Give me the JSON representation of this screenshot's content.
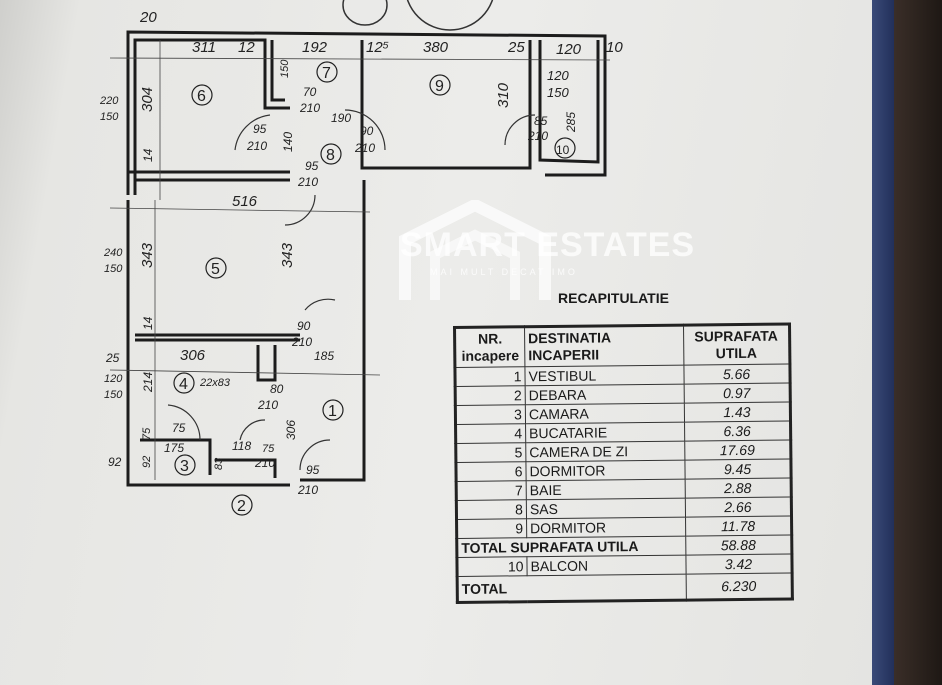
{
  "plan": {
    "rooms": [
      "1",
      "2",
      "3",
      "4",
      "5",
      "6",
      "7",
      "8",
      "9",
      "10"
    ],
    "dims": {
      "d20": "20",
      "d311": "311",
      "d12": "12",
      "d192": "192",
      "d125": "12⁵",
      "d380": "380",
      "d25a": "25",
      "d120a": "120",
      "d10": "10",
      "d304": "304",
      "d220": "220",
      "d150a": "150",
      "d150b": "150",
      "d70": "70",
      "d210a": "210",
      "d190": "190",
      "d120b": "120",
      "d150c": "150",
      "d310": "310",
      "d285": "285",
      "d85": "85",
      "d210b": "210",
      "d95a": "95",
      "d210c": "210",
      "d140": "140",
      "d90a": "90",
      "d210d": "210",
      "d14a": "14",
      "d95b": "95",
      "d210e": "210",
      "d516": "516",
      "d240": "240",
      "d150d": "150",
      "d343a": "343",
      "d343b": "343",
      "d14b": "14",
      "d90b": "90",
      "d210f": "210",
      "d185": "185",
      "d25b": "25",
      "d306a": "306",
      "d120c": "120",
      "d150e": "150",
      "d214": "214",
      "d22x83": "22x83",
      "d80": "80",
      "d210g": "210",
      "d306b": "306",
      "d75a": "75",
      "d75b": "75",
      "d175": "175",
      "d118": "118",
      "d75c": "75",
      "d210h": "210",
      "d92a": "92",
      "d92b": "92",
      "d83": "83",
      "d95c": "95",
      "d210i": "210"
    }
  },
  "recap": {
    "title": "RECAPITULATIE",
    "headers": {
      "nr": "NR. incapere",
      "dest": "DESTINATIA INCAPERII",
      "supr": "SUPRAFATA UTILA"
    },
    "rows": [
      {
        "nr": "1",
        "name": "VESTIBUL",
        "area": "5.66"
      },
      {
        "nr": "2",
        "name": "DEBARA",
        "area": "0.97"
      },
      {
        "nr": "3",
        "name": "CAMARA",
        "area": "1.43"
      },
      {
        "nr": "4",
        "name": "BUCATARIE",
        "area": "6.36"
      },
      {
        "nr": "5",
        "name": "CAMERA DE ZI",
        "area": "17.69"
      },
      {
        "nr": "6",
        "name": "DORMITOR",
        "area": "9.45"
      },
      {
        "nr": "7",
        "name": "BAIE",
        "area": "2.88"
      },
      {
        "nr": "8",
        "name": "SAS",
        "area": "2.66"
      },
      {
        "nr": "9",
        "name": "DORMITOR",
        "area": "11.78"
      }
    ],
    "total_util_label": "TOTAL SUPRAFATA UTILA",
    "total_util": "58.88",
    "balcon": {
      "nr": "10",
      "name": "BALCON",
      "area": "3.42"
    },
    "total_label": "TOTAL",
    "total": "6.230"
  },
  "watermark": {
    "brand": "SMART ESTATES",
    "tagline": "MAI MULT DECAT IMO"
  }
}
